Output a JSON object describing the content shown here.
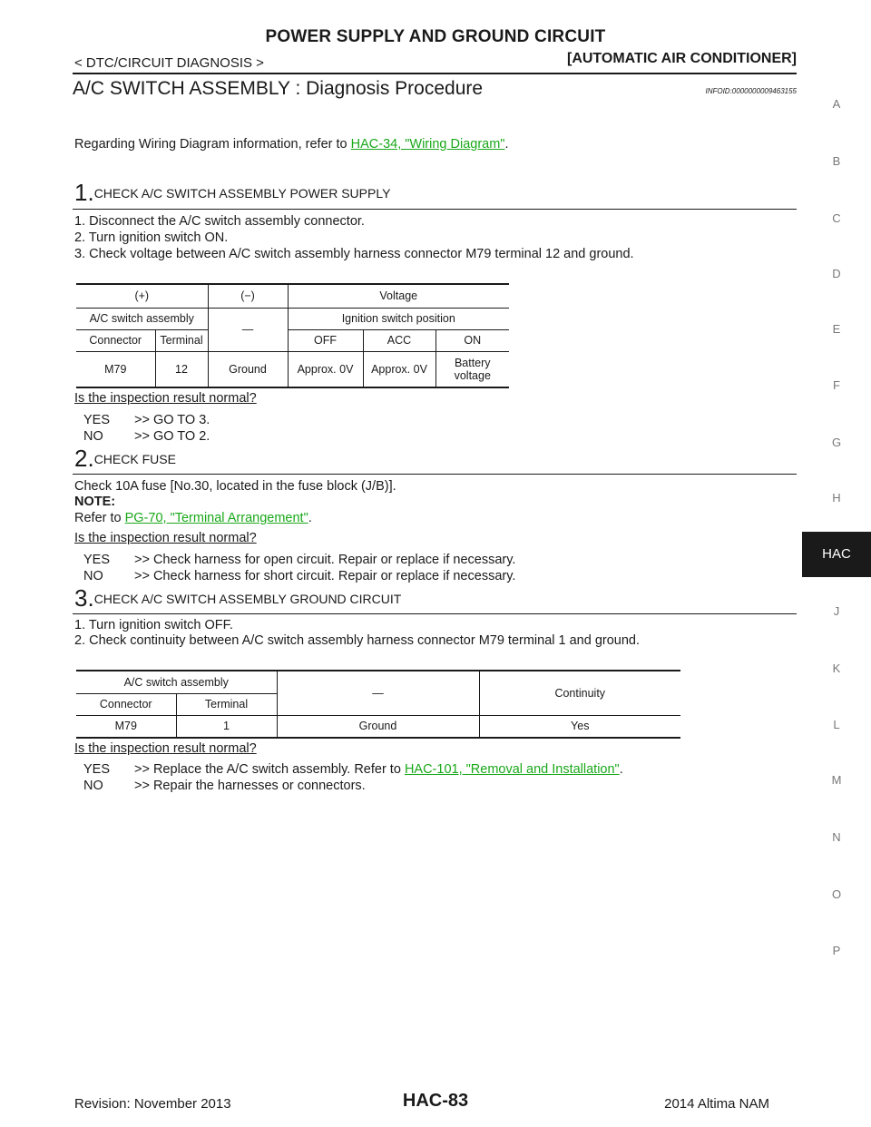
{
  "header": {
    "title": "POWER SUPPLY AND GROUND CIRCUIT",
    "breadcrumb": "< DTC/CIRCUIT DIAGNOSIS >",
    "section": "[AUTOMATIC AIR CONDITIONER]"
  },
  "heading": {
    "text": "A/C SWITCH ASSEMBLY : Diagnosis Procedure",
    "info_id": "INFOID:0000000009463155"
  },
  "intro": {
    "text": "Regarding Wiring Diagram information, refer to ",
    "link": "HAC-34, \"Wiring Diagram\"",
    "suffix": "."
  },
  "step1": {
    "num": "1.",
    "title": "CHECK A/C SWITCH ASSEMBLY POWER SUPPLY",
    "items": [
      "1. Disconnect the A/C switch assembly connector.",
      "2. Turn ignition switch ON.",
      "3. Check voltage between A/C switch assembly harness connector M79 terminal 12 and ground."
    ],
    "table": {
      "plus": "(+)",
      "minus": "(−)",
      "voltage": "Voltage",
      "assembly": "A/C switch assembly",
      "dash": "—",
      "ign_pos": "Ignition switch position",
      "connector": "Connector",
      "terminal": "Terminal",
      "off": "OFF",
      "acc": "ACC",
      "on": "ON",
      "row": {
        "connector": "M79",
        "terminal": "12",
        "ground": "Ground",
        "off": "Approx. 0V",
        "acc": "Approx. 0V",
        "on_1": "Battery",
        "on_2": "voltage"
      }
    },
    "question": "Is the inspection result normal?",
    "yes_label": "YES",
    "yes_text": ">> GO TO 3.",
    "no_label": "NO",
    "no_text": ">> GO TO 2."
  },
  "step2": {
    "num": "2.",
    "title": "CHECK FUSE",
    "text": "Check 10A fuse [No.30, located in the fuse block (J/B)].",
    "note_label": "NOTE:",
    "refer_prefix": "Refer to ",
    "refer_link": "PG-70, \"Terminal Arrangement\"",
    "refer_suffix": ".",
    "question": "Is the inspection result normal?",
    "yes_label": "YES",
    "yes_text": ">> Check harness for open circuit. Repair or replace if necessary.",
    "no_label": "NO",
    "no_text": ">> Check harness for short circuit. Repair or replace if necessary."
  },
  "step3": {
    "num": "3.",
    "title": "CHECK A/C SWITCH ASSEMBLY GROUND CIRCUIT",
    "items": [
      "1. Turn ignition switch OFF.",
      "2. Check continuity between A/C switch assembly harness connector M79 terminal 1 and ground."
    ],
    "table": {
      "assembly": "A/C switch assembly",
      "dash": "—",
      "continuity": "Continuity",
      "connector": "Connector",
      "terminal": "Terminal",
      "row": {
        "connector": "M79",
        "terminal": "1",
        "ground": "Ground",
        "result": "Yes"
      }
    },
    "question": "Is the inspection result normal?",
    "yes_label": "YES",
    "yes_prefix": ">> Replace the A/C switch assembly. Refer to ",
    "yes_link": "HAC-101, \"Removal and Installation\"",
    "yes_suffix": ".",
    "no_label": "NO",
    "no_text": ">> Repair the harnesses or connectors."
  },
  "side_index": [
    "A",
    "B",
    "C",
    "D",
    "E",
    "F",
    "G",
    "H",
    "HAC",
    "J",
    "K",
    "L",
    "M",
    "N",
    "O",
    "P"
  ],
  "footer": {
    "revision": "Revision: November 2013",
    "page": "HAC-83",
    "model": "2014 Altima NAM"
  }
}
